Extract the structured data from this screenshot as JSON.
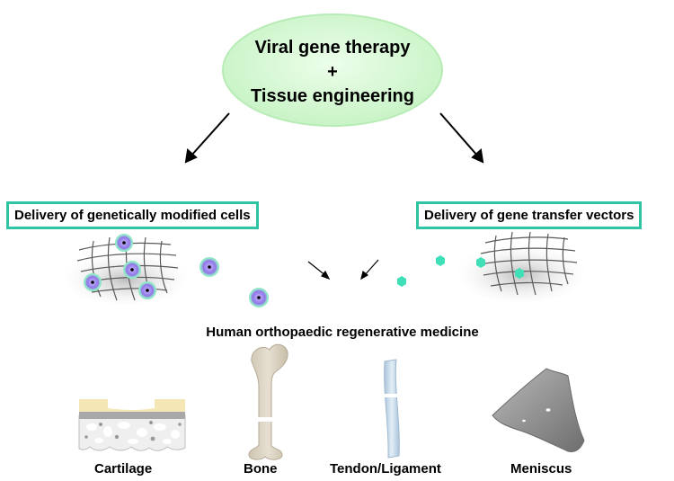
{
  "center": {
    "line1": "Viral gene therapy",
    "plus": "+",
    "line2": "Tissue engineering"
  },
  "left_box": "Delivery of genetically modified cells",
  "right_box": "Delivery of gene transfer vectors",
  "middle_caption": "Human orthopaedic regenerative medicine",
  "tissues": [
    {
      "label": "Cartilage",
      "icon": "cartilage-icon"
    },
    {
      "label": "Bone",
      "icon": "femur-bone-icon"
    },
    {
      "label": "Tendon/Ligament",
      "icon": "tendon-icon"
    },
    {
      "label": "Meniscus",
      "icon": "meniscus-icon"
    }
  ],
  "colors": {
    "ellipse_fill": "#d7fbd6",
    "box_border": "#2ec4a4",
    "cell_outer": "#8fe6c8",
    "cell_inner": "#9a86e8",
    "vector": "#3fe0b8",
    "bone": "#d9d0bf",
    "tendon": "#c9dbe9",
    "meniscus": "#8c8c8c",
    "cartilage_cap": "#f5e7b5"
  }
}
